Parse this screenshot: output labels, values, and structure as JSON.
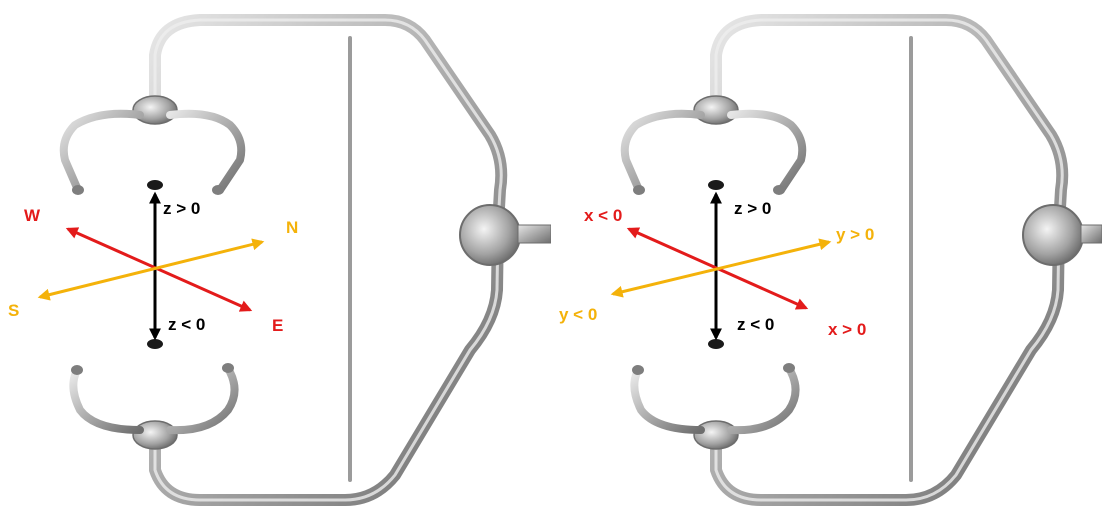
{
  "colors": {
    "red": "#e31b1b",
    "yellow": "#f4b20a",
    "black": "#000000",
    "metal": "#b9b9b9",
    "metal_dark": "#7e7e7e"
  },
  "panels": [
    {
      "id": "compass",
      "labels": {
        "z_pos": "z > 0",
        "z_neg": "z < 0",
        "red_start": "W",
        "red_end": "E",
        "yellow_end": "N",
        "yellow_start": "S"
      }
    },
    {
      "id": "coordinates",
      "labels": {
        "z_pos": "z > 0",
        "z_neg": "z < 0",
        "red_start": "x < 0",
        "red_end": "x > 0",
        "yellow_end": "y > 0",
        "yellow_start": "y < 0"
      }
    }
  ]
}
